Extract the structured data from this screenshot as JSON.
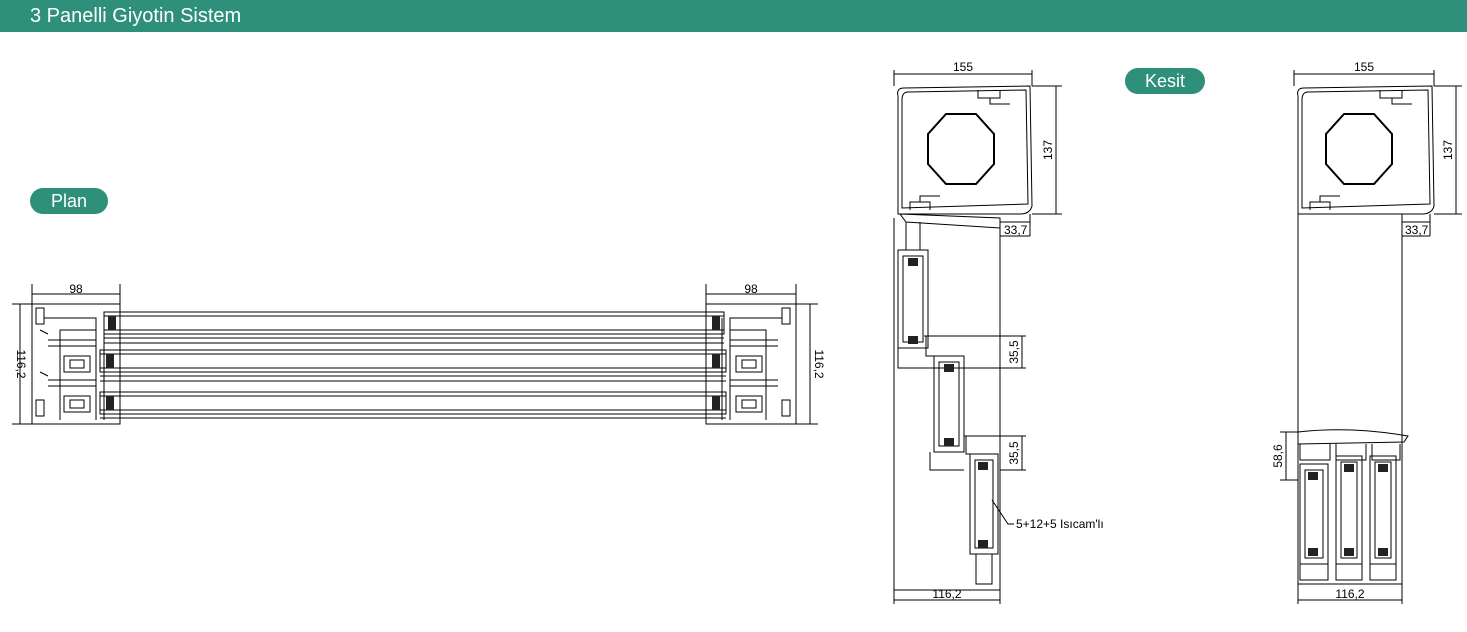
{
  "header": {
    "title": "3 Panelli Giyotin Sistem"
  },
  "labels": {
    "plan": "Plan",
    "kesit": "Kesit"
  },
  "plan_dims": {
    "left_width": "98",
    "right_width": "98",
    "left_height": "116,2",
    "right_height": "116,2"
  },
  "section1_dims": {
    "top_width": "155",
    "box_height": "137",
    "lip": "33,7",
    "offset_1": "35,5",
    "offset_2": "35,5",
    "glass_label": "5+12+5 Isıcam'lı",
    "bottom_width": "116,2"
  },
  "section2_dims": {
    "top_width": "155",
    "box_height": "137",
    "lip": "33,7",
    "rail_height": "58,6",
    "bottom_width": "116,2"
  },
  "colors": {
    "brand": "#2e8f7b",
    "line": "#000000",
    "glass_seal": "#222222"
  }
}
